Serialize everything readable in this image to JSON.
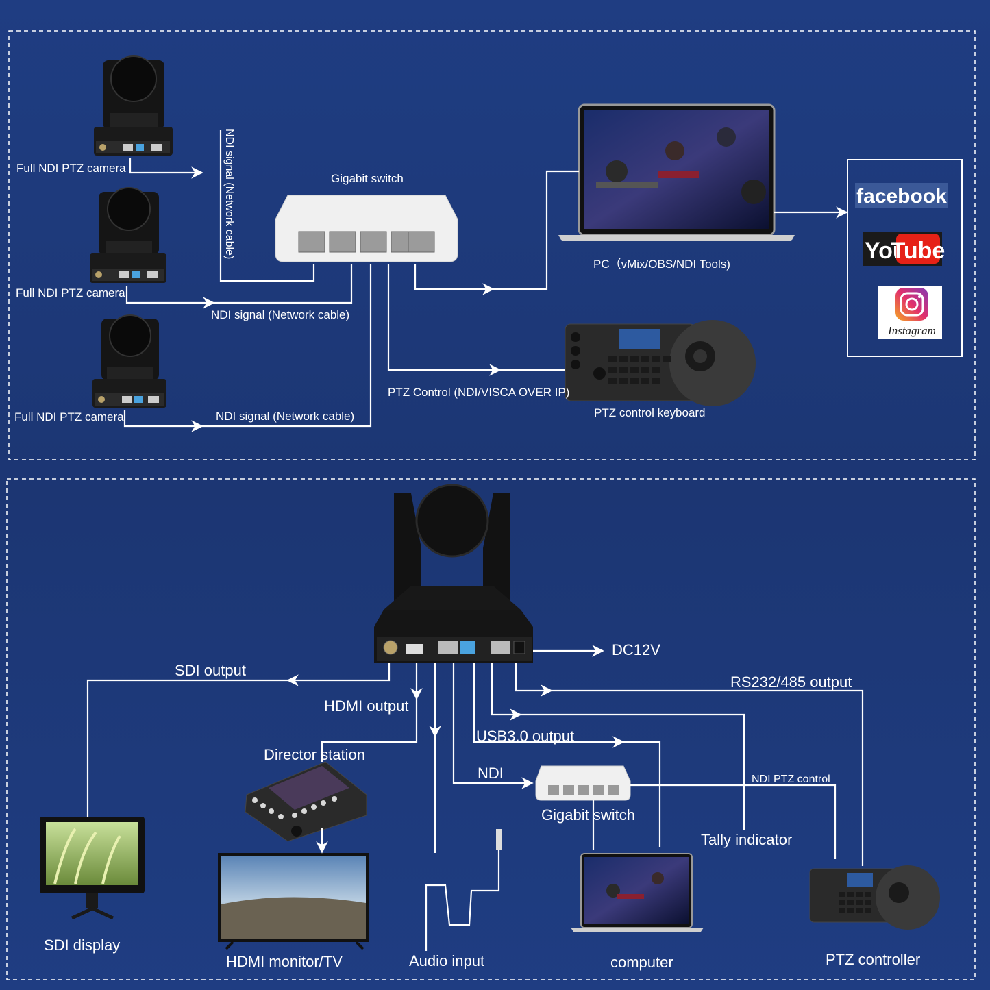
{
  "colors": {
    "background": "#1e3a7a",
    "line": "#ffffff",
    "facebook": "#3b5998",
    "youtube_red": "#e62117",
    "instagram": "#c13584"
  },
  "top": {
    "cameras": [
      {
        "label": "Full NDI PTZ camera"
      },
      {
        "label": "Full NDI PTZ camera"
      },
      {
        "label": "Full NDI PTZ camera"
      }
    ],
    "vertical_signal_label": "NDI signal (Network cable)",
    "signal_label_2": "NDI signal (Network cable)",
    "signal_label_3": "NDI signal (Network cable)",
    "switch_label": "Gigabit switch",
    "pc_label": "PC（vMix/OBS/NDI Tools)",
    "ptz_control_label": "PTZ Control (NDI/VISCA OVER IP)",
    "keyboard_label": "PTZ control keyboard",
    "streaming": {
      "facebook": "facebook",
      "youtube_you": "You",
      "youtube_tube": "Tube",
      "instagram": "Instagram"
    }
  },
  "bottom": {
    "dc_label": "DC12V",
    "sdi_output": "SDI output",
    "hdmi_output": "HDMI output",
    "rs_output": "RS232/485 output",
    "usb_output": "USB3.0 output",
    "director_label": "Director station",
    "ndi_label": "NDI",
    "ndi_ptz_control": "NDI PTZ control",
    "switch_label": "Gigabit switch",
    "tally_label": "Tally indicator",
    "sdi_display": "SDI display",
    "hdmi_monitor": "HDMI monitor/TV",
    "audio_input": "Audio input",
    "computer": "computer",
    "ptz_controller": "PTZ controller"
  }
}
